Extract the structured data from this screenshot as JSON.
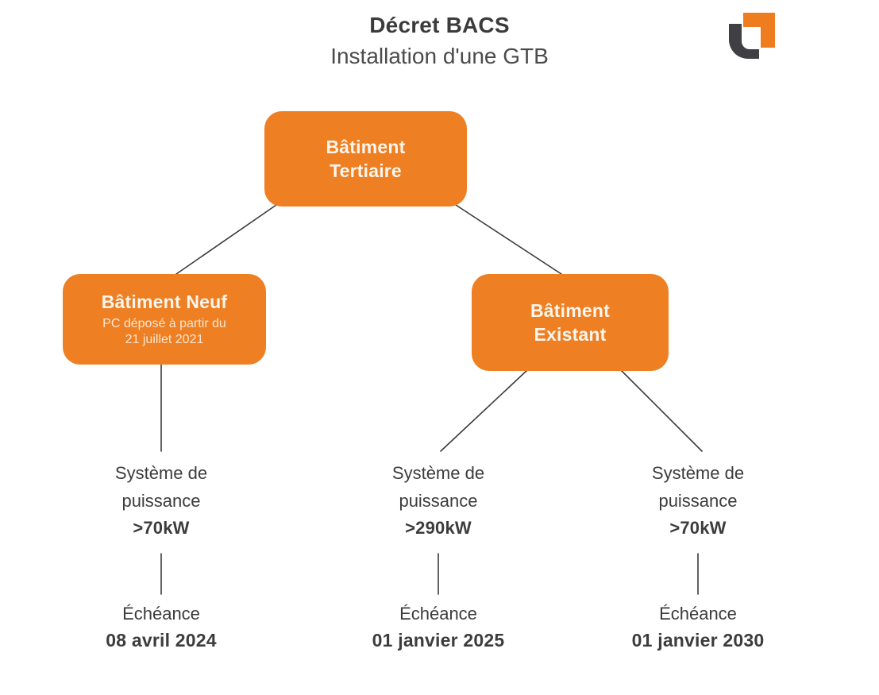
{
  "header": {
    "title": "Décret BACS",
    "subtitle": "Installation d'une GTB"
  },
  "logo": {
    "name": "company-logo",
    "orange": "#ED7D1F",
    "grey": "#3F3F44"
  },
  "colors": {
    "node_orange": "#EE7F22",
    "node_text": "#FDF6EE",
    "node_subtext": "#FBE6D2",
    "body_text": "#3C3C3C",
    "connector": "#3A3A40",
    "background": "#FFFFFF"
  },
  "nodes": {
    "root": {
      "title": "Bâtiment\nTertiaire",
      "title_line1": "Bâtiment",
      "title_line2": "Tertiaire"
    },
    "new_building": {
      "title": "Bâtiment Neuf",
      "subtitle_line1": "PC déposé à partir du",
      "subtitle_line2": "21 juillet 2021"
    },
    "existing_building": {
      "title_line1": "Bâtiment",
      "title_line2": "Existant"
    }
  },
  "branches": [
    {
      "id": "new-70kw",
      "power_line1": "Système de",
      "power_line2": "puissance",
      "power_value": ">70kW",
      "deadline_label": "Échéance",
      "deadline_date": "08 avril 2024"
    },
    {
      "id": "existing-290kw",
      "power_line1": "Système de",
      "power_line2": "puissance",
      "power_value": ">290kW",
      "deadline_label": "Échéance",
      "deadline_date": "01 janvier 2025"
    },
    {
      "id": "existing-70kw",
      "power_line1": "Système de",
      "power_line2": "puissance",
      "power_value": ">70kW",
      "deadline_label": "Échéance",
      "deadline_date": "01 janvier 2030"
    }
  ]
}
